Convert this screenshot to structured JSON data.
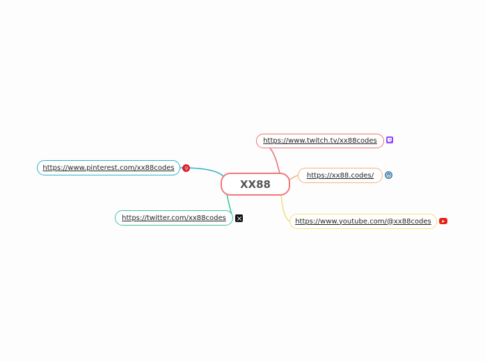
{
  "central": {
    "label": "XX88"
  },
  "nodes": {
    "twitch": {
      "label": "https://www.twitch.tv/xx88codes",
      "color": "#f07070"
    },
    "website": {
      "label": "https://xx88.codes/",
      "color": "#f5b27a"
    },
    "youtube": {
      "label": "https://www.youtube.com/@xx88codes",
      "color": "#f4e07a"
    },
    "pinterest": {
      "label": "https://www.pinterest.com/xx88codes",
      "color": "#2bb3c8"
    },
    "twitter": {
      "label": "https://twitter.com/xx88codes",
      "color": "#3cc4a4"
    }
  },
  "icons": {
    "twitch": "twitch-icon",
    "website": "wordpress-icon",
    "youtube": "youtube-icon",
    "pinterest": "pinterest-icon",
    "twitter": "x-icon"
  }
}
